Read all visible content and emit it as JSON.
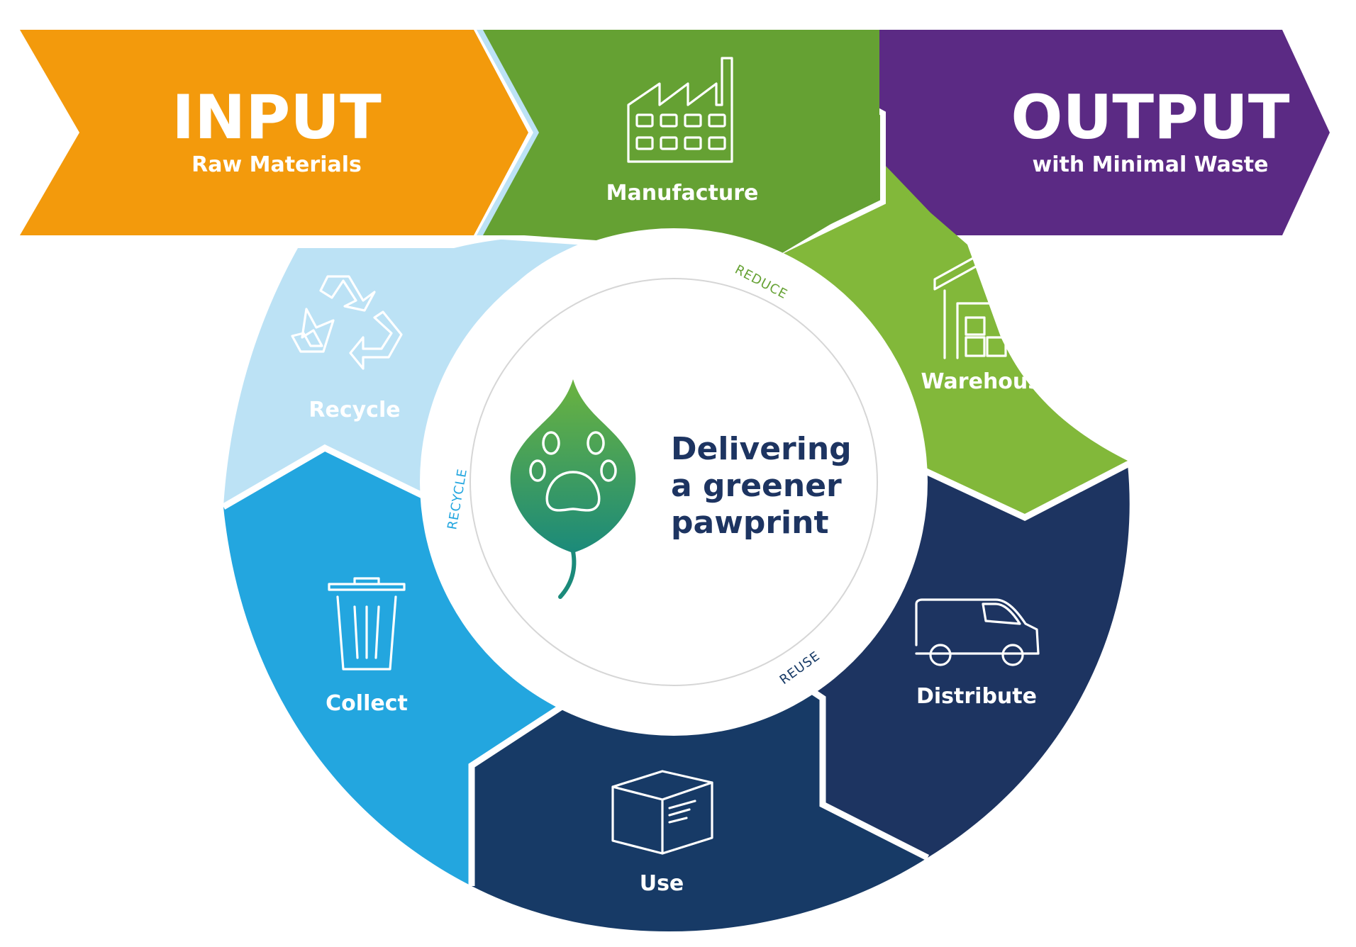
{
  "input": {
    "title": "INPUT",
    "subtitle": "Raw Materials"
  },
  "output": {
    "title": "OUTPUT",
    "subtitle": "with Minimal Waste"
  },
  "stages": [
    {
      "label": "Manufacture",
      "icon": "factory-icon",
      "color": "#65a133"
    },
    {
      "label": "Warehouse",
      "icon": "warehouse-icon",
      "color": "#82b83a"
    },
    {
      "label": "Distribute",
      "icon": "van-icon",
      "color": "#1d3461"
    },
    {
      "label": "Use",
      "icon": "box-icon",
      "color": "#173a66"
    },
    {
      "label": "Collect",
      "icon": "trash-bin-icon",
      "color": "#23a6df"
    },
    {
      "label": "Recycle",
      "icon": "recycle-icon",
      "color": "#bce2f5"
    }
  ],
  "ring_words": {
    "reduce": "REDUCE",
    "reuse": "REUSE",
    "recycle": "RECYCLE"
  },
  "center": {
    "line1": "Delivering",
    "line2": "a greener",
    "line3": "pawprint",
    "logo": "leaf-pawprint-icon"
  },
  "colors": {
    "input": "#f39a0c",
    "output": "#5b2a84",
    "manufacture": "#65a133",
    "warehouse": "#82b83a",
    "distribute": "#1d3461",
    "use": "#173a66",
    "collect": "#23a6df",
    "recycle": "#bce2f5",
    "center_text": "#1d3461"
  }
}
